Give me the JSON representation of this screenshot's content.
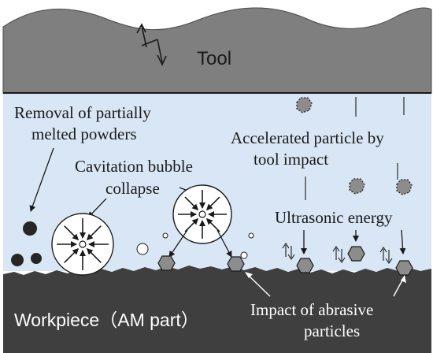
{
  "labels": {
    "tool": "Tool",
    "removal_line1": "Removal of partially",
    "removal_line2": "melted powders",
    "cavitation_line1": "Cavitation bubble",
    "cavitation_line2": "collapse",
    "accelerated_line1": "Accelerated particle by",
    "accelerated_line2": "tool impact",
    "ultrasonic": "Ultrasonic energy",
    "impact_line1": "Impact of abrasive",
    "impact_line2": "particles",
    "workpiece": "Workpiece（AM part）"
  },
  "colors": {
    "tool": "#7f7f7f",
    "liquid": "#d9e6f5",
    "workpiece": "#3f3f3f",
    "particle": "#8c8c8c",
    "powder": "#262626",
    "bubble": "#ffffff",
    "line": "#1a1a1a"
  }
}
